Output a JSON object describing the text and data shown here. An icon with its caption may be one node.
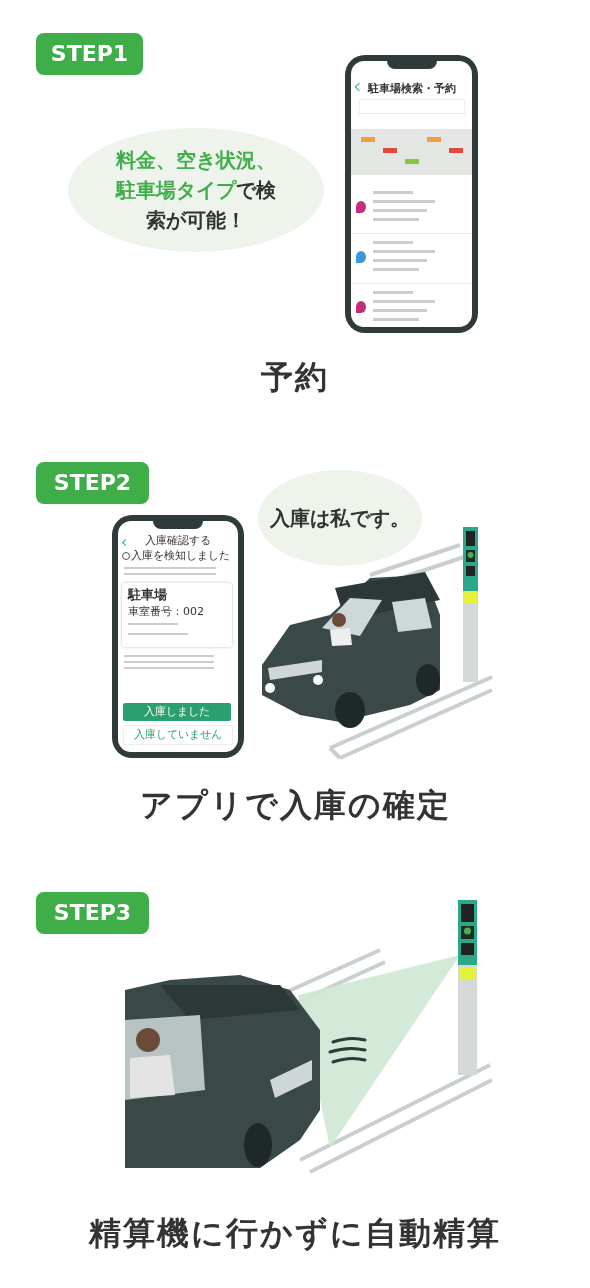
{
  "diagram": {
    "nodes": [
      {
        "text": [
          "**料金、空き状況、駐車場タイプ**で検索が可能！"
        ]
      },
      {
        "text": [
          "駐車場検索・予約"
        ]
      },
      {
        "text": [
          "入庫確認する",
          "入庫を検知しました",
          "駐車場",
          "車室番号：002",
          "入庫しました",
          "入庫していません"
        ]
      },
      {
        "text": [
          "入庫は私です。"
        ]
      }
    ],
    "labels": [
      "STEP1",
      "予約",
      "STEP2",
      "アプリで入庫の確定",
      "STEP3",
      "精算機に行かずに自動精算"
    ]
  }
}
